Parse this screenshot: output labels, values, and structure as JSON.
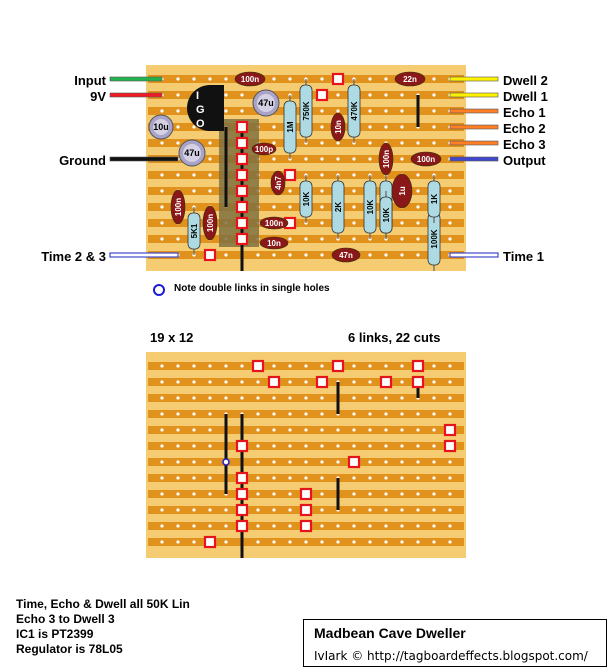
{
  "left_labels": [
    {
      "id": "input",
      "text": "Input",
      "color": "#22b14c"
    },
    {
      "id": "9v",
      "text": "9V",
      "color": "#ed1c24"
    },
    {
      "id": "ground",
      "text": "Ground",
      "color": "#111111"
    },
    {
      "id": "time23",
      "text": "Time 2 & 3",
      "color": "#3f48cc"
    }
  ],
  "right_labels": [
    {
      "id": "dwell2",
      "text": "Dwell 2",
      "color": "#fff200"
    },
    {
      "id": "dwell1",
      "text": "Dwell 1",
      "color": "#fff200"
    },
    {
      "id": "echo1",
      "text": "Echo 1",
      "color": "#ff7f27"
    },
    {
      "id": "echo2",
      "text": "Echo 2",
      "color": "#ff7f27"
    },
    {
      "id": "echo3",
      "text": "Echo 3",
      "color": "#ff7f27"
    },
    {
      "id": "output",
      "text": "Output",
      "color": "#3f48cc"
    },
    {
      "id": "time1",
      "text": "Time 1",
      "color": "#3f48cc"
    }
  ],
  "ic": {
    "letters": [
      "I",
      "G",
      "O"
    ]
  },
  "components": {
    "resistors": [
      "750K",
      "470K",
      "1M",
      "10K",
      "2K",
      "10K",
      "1K",
      "10K",
      "100K",
      "1K",
      "5K1"
    ],
    "capacitors": [
      "100n",
      "22n",
      "10n",
      "100n",
      "100n",
      "100n",
      "100n",
      "47n",
      "100p",
      "4n7",
      "1u",
      "100n",
      "10n"
    ],
    "electrolytics": [
      "47u",
      "10u",
      "47u"
    ]
  },
  "note": "Note double links in single holes",
  "board_size": "19 x 12",
  "links_cuts": "6 links, 22 cuts",
  "notes_lines": [
    "Time, Echo & Dwell all 50K Lin",
    "Echo 3 to Dwell 3",
    "IC1 is PT2399",
    "Regulator is 78L05"
  ],
  "title": "Madbean Cave Dweller",
  "credit": "IvIark © http://tagboardeffects.blogspot.com/",
  "colors": {
    "board": "#f5cc72",
    "strip": "#e0921c",
    "cut": "#e8141c",
    "link": "#111111",
    "ic": "#807040",
    "resistor": "#aedbe3",
    "cap_film": "#8a1818",
    "electrolytic": "#a9a3c8"
  }
}
